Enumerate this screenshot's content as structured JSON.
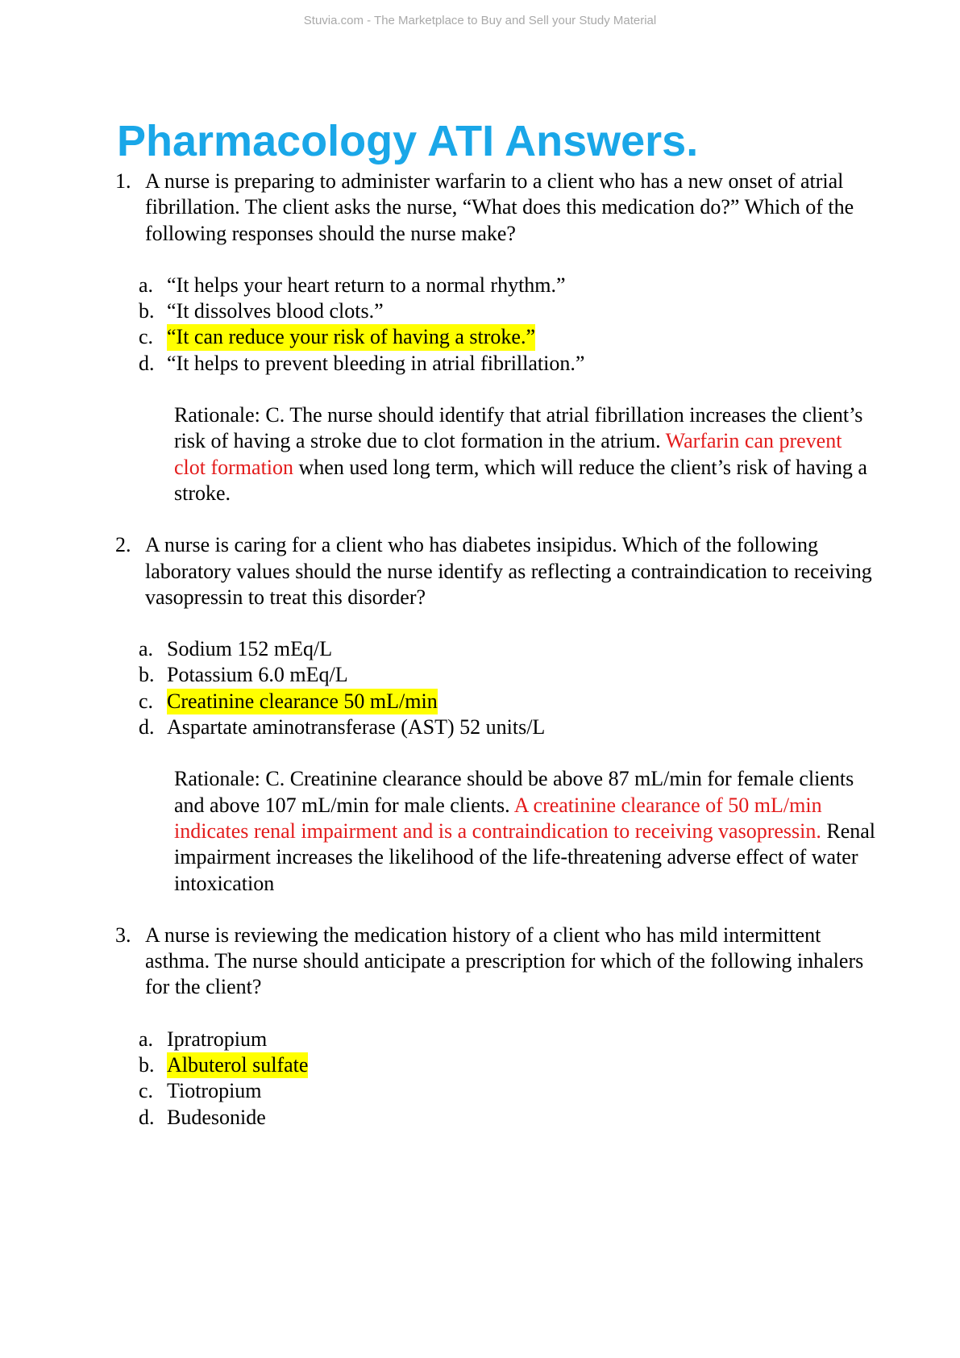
{
  "watermark": "Stuvia.com - The Marketplace to Buy and Sell your Study Material",
  "title": "Pharmacology ATI Answers.",
  "colors": {
    "title": "#1aa7e8",
    "highlight": "#ffff00",
    "emphasis_red": "#e31b1b",
    "watermark": "#a9a9a9"
  },
  "questions": [
    {
      "number": "1.",
      "stem": "A nurse is preparing to administer warfarin to a client who has a new onset of atrial fibrillation. The client asks the nurse, “What does this medication do?” Which of the following responses should the nurse make?",
      "options": [
        {
          "letter": "a.",
          "text": "“It helps your heart return to a normal rhythm.”"
        },
        {
          "letter": "b.",
          "text": "“It dissolves blood clots.”"
        },
        {
          "letter": "c.",
          "text": "“It can reduce your risk of having a stroke.”"
        },
        {
          "letter": "d.",
          "text": "“It helps to prevent bleeding in atrial fibrillation.”"
        }
      ],
      "rationale": {
        "before": "Rationale: C. The nurse should identify that atrial fibrillation increases the client’s risk of having a stroke due to clot formation in the atrium. ",
        "red": "Warfarin can prevent clot formation",
        "after": " when used long term, which will reduce the client’s risk of having a stroke."
      }
    },
    {
      "number": "2.",
      "stem": "A nurse is caring for a client who has diabetes insipidus. Which of the following laboratory values should the nurse identify as reflecting a contraindication to receiving vasopressin to treat this disorder?",
      "options": [
        {
          "letter": "a.",
          "text": "Sodium 152 mEq/L"
        },
        {
          "letter": "b.",
          "text": "Potassium 6.0 mEq/L"
        },
        {
          "letter": "c.",
          "text": "Creatinine clearance 50 mL/min"
        },
        {
          "letter": "d.",
          "text": "Aspartate aminotransferase (AST) 52 units/L"
        }
      ],
      "rationale": {
        "before": "Rationale: C. Creatinine clearance should be above 87 mL/min for female clients and above 107 mL/min for male clients. ",
        "red": "A creatinine clearance of 50 mL/min indicates renal impairment and is a contraindication to receiving vasopressin.",
        "after": " Renal impairment increases the likelihood of the life-threatening adverse effect of water intoxication"
      }
    },
    {
      "number": "3.",
      "stem": "A nurse is reviewing the medication history of a client who has mild intermittent asthma. The nurse should anticipate a prescription for which of the following inhalers for the client?",
      "options": [
        {
          "letter": "a.",
          "text": "Ipratropium"
        },
        {
          "letter": "b.",
          "text": "Albuterol sulfate"
        },
        {
          "letter": "c.",
          "text": "Tiotropium"
        },
        {
          "letter": "d.",
          "text": "Budesonide"
        }
      ]
    }
  ]
}
